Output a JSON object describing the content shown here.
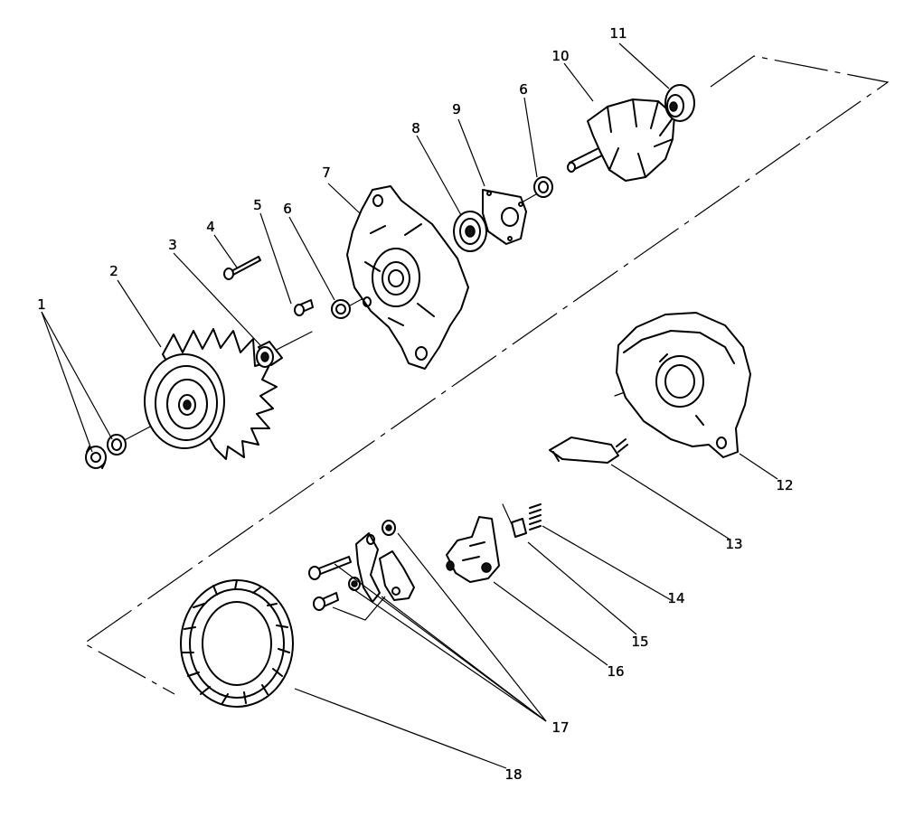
{
  "diagram": {
    "callouts": [
      "1",
      "2",
      "3",
      "4",
      "5",
      "6",
      "6",
      "7",
      "8",
      "9",
      "10",
      "11",
      "12",
      "13",
      "14",
      "15",
      "16",
      "17",
      "18"
    ]
  }
}
